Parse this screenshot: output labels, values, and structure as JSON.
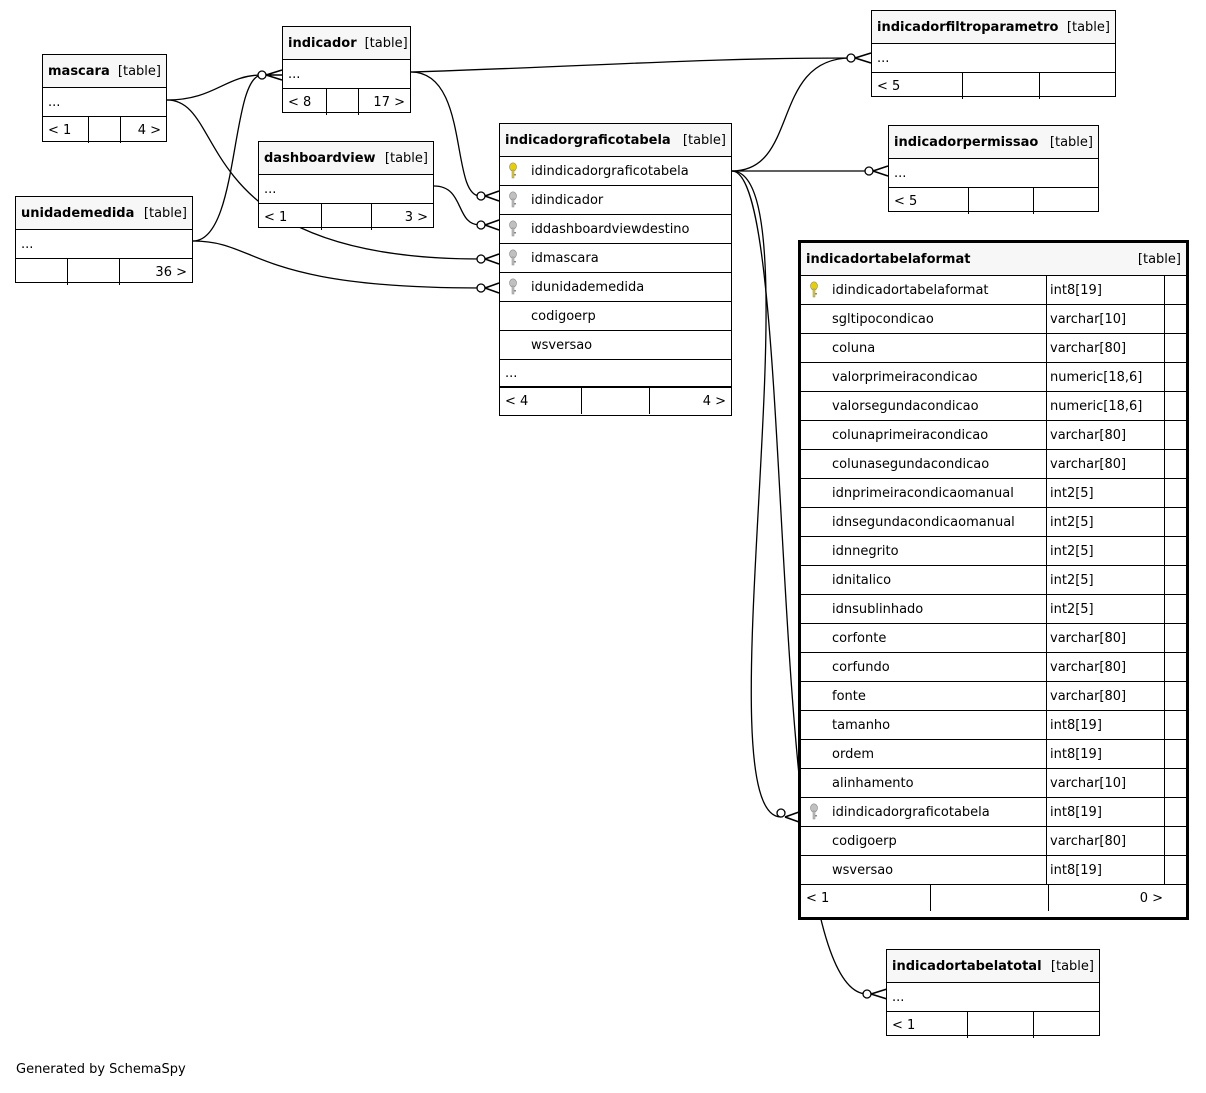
{
  "footer_credit": "Generated by SchemaSpy",
  "tables": {
    "mascara": {
      "name": "mascara",
      "tag": "[table]",
      "ellipsis": "...",
      "footer": [
        "< 1",
        "",
        "4 >"
      ]
    },
    "indicador": {
      "name": "indicador",
      "tag": "[table]",
      "ellipsis": "...",
      "footer": [
        "< 8",
        "",
        "17 >"
      ]
    },
    "dashboardview": {
      "name": "dashboardview",
      "tag": "[table]",
      "ellipsis": "...",
      "footer": [
        "< 1",
        "",
        "3 >"
      ]
    },
    "unidademedida": {
      "name": "unidademedida",
      "tag": "[table]",
      "ellipsis": "...",
      "footer": [
        "",
        "",
        "36 >"
      ]
    },
    "indicadorfiltroparametro": {
      "name": "indicadorfiltroparametro",
      "tag": "[table]",
      "ellipsis": "...",
      "footer": [
        "< 5",
        "",
        ""
      ]
    },
    "indicadorpermissao": {
      "name": "indicadorpermissao",
      "tag": "[table]",
      "ellipsis": "...",
      "footer": [
        "< 5",
        "",
        ""
      ]
    },
    "indicadortabelatotal": {
      "name": "indicadortabelatotal",
      "tag": "[table]",
      "ellipsis": "...",
      "footer": [
        "< 1",
        "",
        ""
      ]
    },
    "indicadorgraficotabela": {
      "name": "indicadorgraficotabela",
      "tag": "[table]",
      "columns": [
        {
          "name": "idindicadorgraficotabela",
          "key": "pk"
        },
        {
          "name": "idindicador",
          "key": "fk"
        },
        {
          "name": "iddashboardviewdestino",
          "key": "fk"
        },
        {
          "name": "idmascara",
          "key": "fk"
        },
        {
          "name": "idunidademedida",
          "key": "fk"
        },
        {
          "name": "codigoerp",
          "key": ""
        },
        {
          "name": "wsversao",
          "key": ""
        }
      ],
      "ellipsis": "...",
      "footer": [
        "< 4",
        "",
        "4 >"
      ]
    },
    "indicadortabelaformat": {
      "name": "indicadortabelaformat",
      "tag": "[table]",
      "columns": [
        {
          "name": "idindicadortabelaformat",
          "type": "int8[19]",
          "key": "pk"
        },
        {
          "name": "sgltipocondicao",
          "type": "varchar[10]",
          "key": ""
        },
        {
          "name": "coluna",
          "type": "varchar[80]",
          "key": ""
        },
        {
          "name": "valorprimeiracondicao",
          "type": "numeric[18,6]",
          "key": ""
        },
        {
          "name": "valorsegundacondicao",
          "type": "numeric[18,6]",
          "key": ""
        },
        {
          "name": "colunaprimeiracondicao",
          "type": "varchar[80]",
          "key": ""
        },
        {
          "name": "colunasegundacondicao",
          "type": "varchar[80]",
          "key": ""
        },
        {
          "name": "idnprimeiracondicaomanual",
          "type": "int2[5]",
          "key": ""
        },
        {
          "name": "idnsegundacondicaomanual",
          "type": "int2[5]",
          "key": ""
        },
        {
          "name": "idnnegrito",
          "type": "int2[5]",
          "key": ""
        },
        {
          "name": "idnitalico",
          "type": "int2[5]",
          "key": ""
        },
        {
          "name": "idnsublinhado",
          "type": "int2[5]",
          "key": ""
        },
        {
          "name": "corfonte",
          "type": "varchar[80]",
          "key": ""
        },
        {
          "name": "corfundo",
          "type": "varchar[80]",
          "key": ""
        },
        {
          "name": "fonte",
          "type": "varchar[80]",
          "key": ""
        },
        {
          "name": "tamanho",
          "type": "int8[19]",
          "key": ""
        },
        {
          "name": "ordem",
          "type": "int8[19]",
          "key": ""
        },
        {
          "name": "alinhamento",
          "type": "varchar[10]",
          "key": ""
        },
        {
          "name": "idindicadorgraficotabela",
          "type": "int8[19]",
          "key": "fk"
        },
        {
          "name": "codigoerp",
          "type": "varchar[80]",
          "key": ""
        },
        {
          "name": "wsversao",
          "type": "int8[19]",
          "key": ""
        }
      ],
      "footer": [
        "< 1",
        "",
        "0 >"
      ]
    }
  },
  "colors": {
    "primary_key": "#e8d000",
    "foreign_key": "#c0c0c0",
    "line": "#000000",
    "header_bg": "#f7f7f7"
  }
}
